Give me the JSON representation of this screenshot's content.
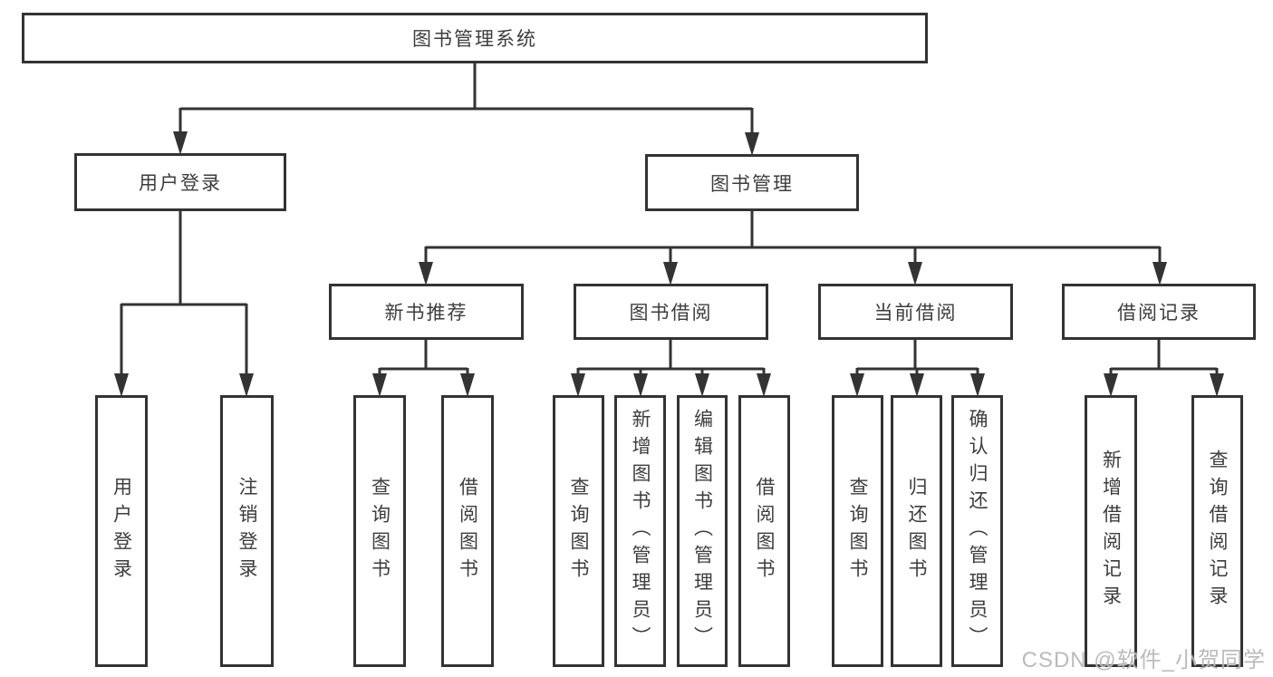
{
  "diagram": {
    "root": {
      "label": "图书管理系统"
    },
    "level2": [
      {
        "label": "用户登录",
        "children": [
          {
            "label": "用户登录"
          },
          {
            "label": "注销登录"
          }
        ]
      },
      {
        "label": "图书管理",
        "children": [
          {
            "label": "新书推荐",
            "children": [
              {
                "label": "查询图书"
              },
              {
                "label": "借阅图书"
              }
            ]
          },
          {
            "label": "图书借阅",
            "children": [
              {
                "label": "查询图书"
              },
              {
                "label": "新增图书（管理员）"
              },
              {
                "label": "编辑图书（管理员）"
              },
              {
                "label": "借阅图书"
              }
            ]
          },
          {
            "label": "当前借阅",
            "children": [
              {
                "label": "查询图书"
              },
              {
                "label": "归还图书"
              },
              {
                "label": "确认归还（管理员）"
              }
            ]
          },
          {
            "label": "借阅记录",
            "children": [
              {
                "label": "新增借阅记录"
              },
              {
                "label": "查询借阅记录"
              }
            ]
          }
        ]
      }
    ]
  },
  "watermark": {
    "text": "CSDN @软件_小贺同学"
  },
  "colors": {
    "line": "#333333",
    "box_border": "#333333",
    "box_background": "#ffffff",
    "text": "#3d3d3d",
    "watermark": "#919191"
  }
}
